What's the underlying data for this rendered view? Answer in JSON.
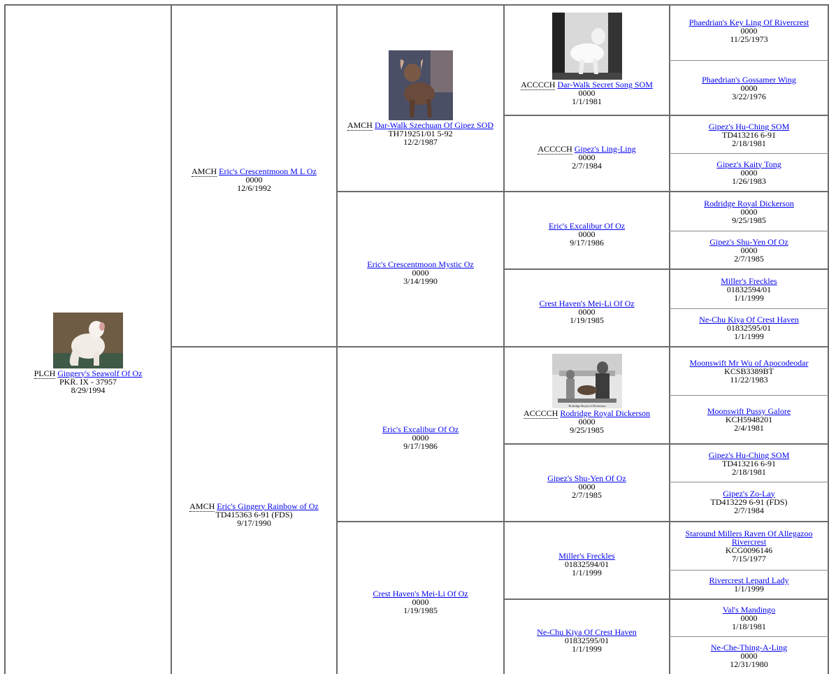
{
  "dogs": {
    "d0": {
      "title": "PLCH",
      "name": "Gingery's Seawolf Of Oz",
      "reg": "PKR. IX - 37957",
      "date": "8/29/1994"
    },
    "d1": {
      "title": "AMCH",
      "name": "Eric's Crescentmoon M L Oz",
      "reg": "0000",
      "date": "12/6/1992"
    },
    "d2": {
      "title": "AMCH",
      "name": "Eric's Gingery Rainbow of Oz",
      "reg": "TD415363 6-91 (FDS)",
      "date": "9/17/1990"
    },
    "d3": {
      "title": "AMCH",
      "name": "Dar-Walk Szechuan Of Gipez SOD",
      "reg": "TH719251/01 5-92",
      "date": "12/2/1987"
    },
    "d4": {
      "title": "",
      "name": "Eric's Crescentmoon Mystic Oz",
      "reg": "0000",
      "date": "3/14/1990"
    },
    "d5": {
      "title": "",
      "name": "Eric's Excalibur Of Oz",
      "reg": "0000",
      "date": "9/17/1986"
    },
    "d6": {
      "title": "",
      "name": "Crest Haven's Mei-Li Of Oz",
      "reg": "0000",
      "date": "1/19/1985"
    },
    "d7": {
      "title": "ACCCCH",
      "name": "Dar-Walk Secret Song SOM",
      "reg": "0000",
      "date": "1/1/1981"
    },
    "d8": {
      "title": "ACCCCH",
      "name": "Gipez's Ling-Ling",
      "reg": "0000",
      "date": "2/7/1984"
    },
    "d9": {
      "title": "",
      "name": "Eric's Excalibur Of Oz",
      "reg": "0000",
      "date": "9/17/1986"
    },
    "d10": {
      "title": "",
      "name": "Crest Haven's Mei-Li Of Oz",
      "reg": "0000",
      "date": "1/19/1985"
    },
    "d11": {
      "title": "ACCCCH",
      "name": "Rodridge Royal Dickerson",
      "reg": "0000",
      "date": "9/25/1985"
    },
    "d12": {
      "title": "",
      "name": "Gipez's Shu-Yen Of Oz",
      "reg": "0000",
      "date": "2/7/1985"
    },
    "d13": {
      "title": "",
      "name": "Miller's Freckles",
      "reg": "01832594/01",
      "date": "1/1/1999"
    },
    "d14": {
      "title": "",
      "name": "Ne-Chu Kiya Of Crest Haven",
      "reg": "01832595/01",
      "date": "1/1/1999"
    },
    "d15": {
      "title": "",
      "name": "Phaedrian's Key Ling Of Rivercrest",
      "reg": "0000",
      "date": "11/25/1973"
    },
    "d16": {
      "title": "",
      "name": "Phaedrian's Gossamer Wing",
      "reg": "0000",
      "date": "3/22/1976"
    },
    "d17": {
      "title": "",
      "name": "Gipez's Hu-Ching SOM",
      "reg": "TD413216 6-91",
      "date": "2/18/1981"
    },
    "d18": {
      "title": "",
      "name": "Gipez's Kaity Tong",
      "reg": "0000",
      "date": "1/26/1983"
    },
    "d19": {
      "title": "",
      "name": "Rodridge Royal Dickerson",
      "reg": "0000",
      "date": "9/25/1985"
    },
    "d20": {
      "title": "",
      "name": "Gipez's Shu-Yen Of Oz",
      "reg": "0000",
      "date": "2/7/1985"
    },
    "d21": {
      "title": "",
      "name": "Miller's Freckles",
      "reg": "01832594/01",
      "date": "1/1/1999"
    },
    "d22": {
      "title": "",
      "name": "Ne-Chu Kiya Of Crest Haven",
      "reg": "01832595/01",
      "date": "1/1/1999"
    },
    "d23": {
      "title": "",
      "name": "Moonswift Mr Wu of Apocodeodar",
      "reg": "KCSB3389BT",
      "date": "11/22/1983"
    },
    "d24": {
      "title": "",
      "name": "Moonswift Pussy Galore",
      "reg": "KCH5948201",
      "date": "2/4/1981"
    },
    "d25": {
      "title": "",
      "name": "Gipez's Hu-Ching SOM",
      "reg": "TD413216 6-91",
      "date": "2/18/1981"
    },
    "d26": {
      "title": "",
      "name": "Gipez's Zo-Lay",
      "reg": "TD413229 6-91 (FDS)",
      "date": "2/7/1984"
    },
    "d27": {
      "title": "",
      "name": "Staround Millers Raven Of Allegazoo Rivercrest",
      "reg": "KCG0096146",
      "date": "7/15/1977"
    },
    "d28": {
      "title": "",
      "name": "Rivercrest Lepard Lady",
      "reg": "",
      "date": "1/1/1999"
    },
    "d29": {
      "title": "",
      "name": "Val's Mandingo",
      "reg": "0000",
      "date": "1/18/1981"
    },
    "d30": {
      "title": "",
      "name": "Ne-Che-Thing-A-Ling",
      "reg": "0000",
      "date": "12/31/1980"
    }
  },
  "photos": {
    "p0": {
      "icon": "dog-photo-white-crested",
      "caption": ""
    },
    "p3": {
      "icon": "dog-photo-hairless-dark",
      "caption": ""
    },
    "p7": {
      "icon": "dog-photo-black-white",
      "caption": ""
    },
    "p11": {
      "icon": "dog-show-photo",
      "caption": "Rodridge Royal of Dickerson"
    }
  }
}
